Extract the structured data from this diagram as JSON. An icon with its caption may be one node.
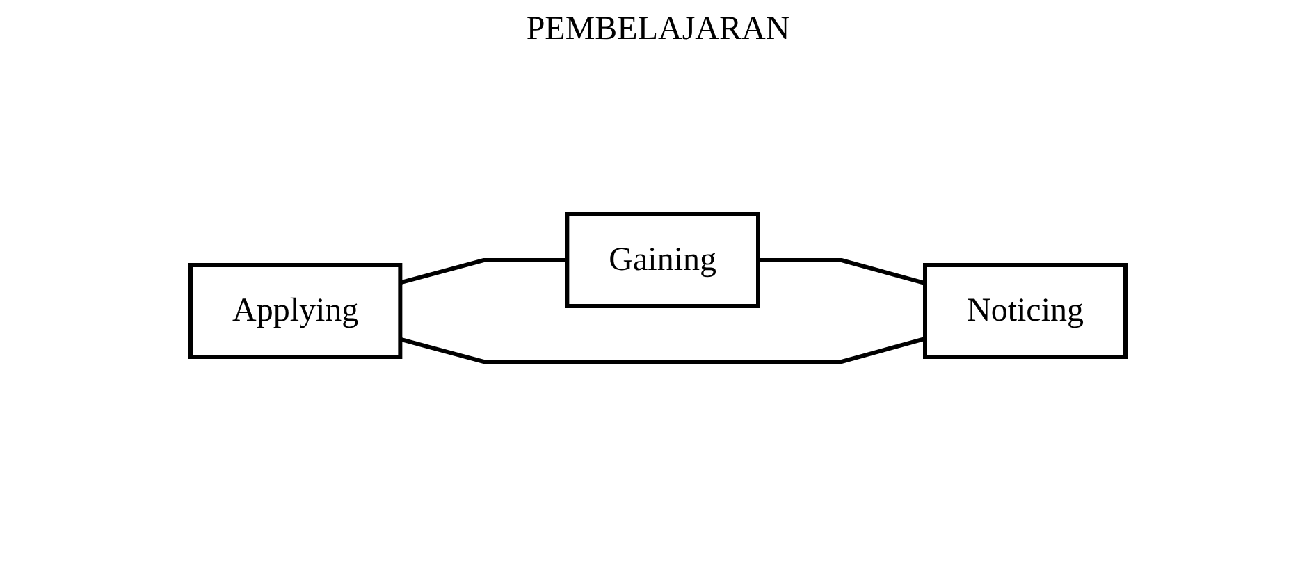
{
  "diagram": {
    "nodes": [
      {
        "text": [
          "Gaining"
        ]
      },
      {
        "text": [
          "Applying"
        ]
      },
      {
        "text": [
          "Noticing"
        ]
      }
    ],
    "edges": [
      {
        "from": 1,
        "to": 0,
        "arrow": "none"
      },
      {
        "from": 0,
        "to": 2,
        "arrow": "none"
      },
      {
        "from": 1,
        "to": 2,
        "arrow": "none"
      }
    ],
    "labels": [
      "PEMBELAJARAN"
    ]
  }
}
